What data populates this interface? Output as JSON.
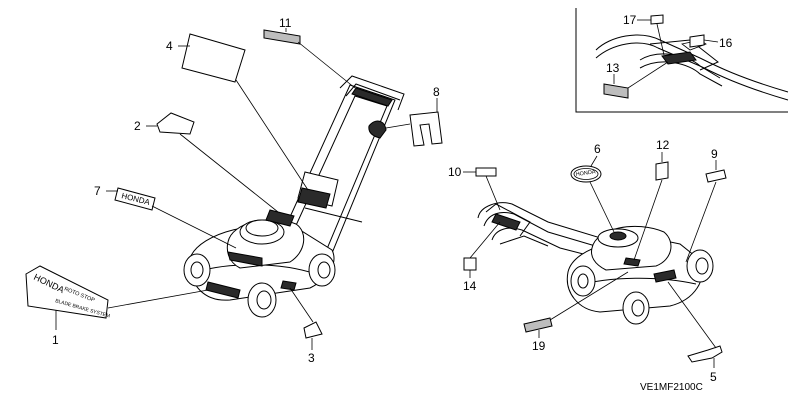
{
  "drawing_code": "VE1MF2100C",
  "callouts": {
    "c1": "1",
    "c2": "2",
    "c3": "3",
    "c4": "4",
    "c5": "5",
    "c6": "6",
    "c7": "7",
    "c8": "8",
    "c9": "9",
    "c10": "10",
    "c11": "11",
    "c12": "12",
    "c13": "13",
    "c14": "14",
    "c16": "16",
    "c17": "17",
    "c19": "19"
  },
  "decal_text": {
    "honda_side": "HONDA",
    "honda_front": "HONDA",
    "front_line2": "ROTO STOP",
    "front_line3": "BLADE BRAKE SYSTEM",
    "honda_oval": "HONDA"
  }
}
